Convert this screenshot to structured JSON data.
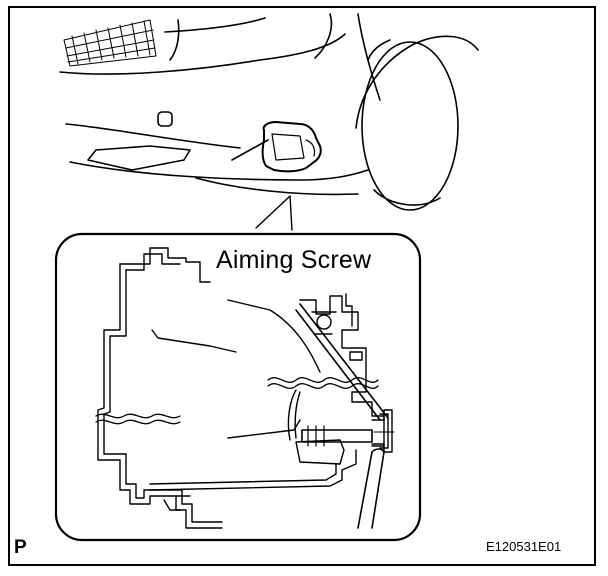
{
  "figure": {
    "callout_label": "Aiming Screw",
    "corner_mark": "P",
    "figure_code": "E120531E01"
  }
}
